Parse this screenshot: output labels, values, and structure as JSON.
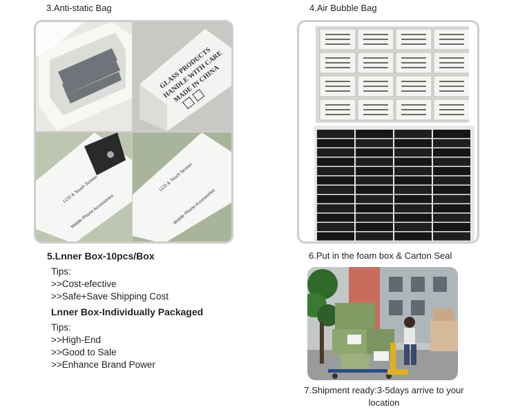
{
  "captions": {
    "antistatic_bag": "3.Anti-static Bag",
    "air_bubble_bag": "4.Air Bubble Bag",
    "inner_box": "5.Lnner Box-10pcs/Box",
    "foam_box": "6.Put in the foam box & Carton Seal",
    "shipment": "7.Shipment ready:3-5days arrive to your location"
  },
  "tips_block_1": {
    "heading": "Tips:",
    "items": [
      ">>Cost-efective",
      ">>Safe+Save Shipping Cost"
    ]
  },
  "individual_pack": {
    "title": "Lnner Box-Individually Packaged",
    "heading": "Tips:",
    "items": [
      ">>High-End",
      ">>Good to Sale",
      ">>Enhance Brand Power"
    ]
  },
  "box_print": {
    "line1": "GLASS PRODUCTS",
    "line2": "HANDLE WITH CARE",
    "line3": "MADE IN CHINA",
    "lcd_label": "LCD & Touch Screen",
    "accessory_label": "Mobile Phone Accessories"
  }
}
